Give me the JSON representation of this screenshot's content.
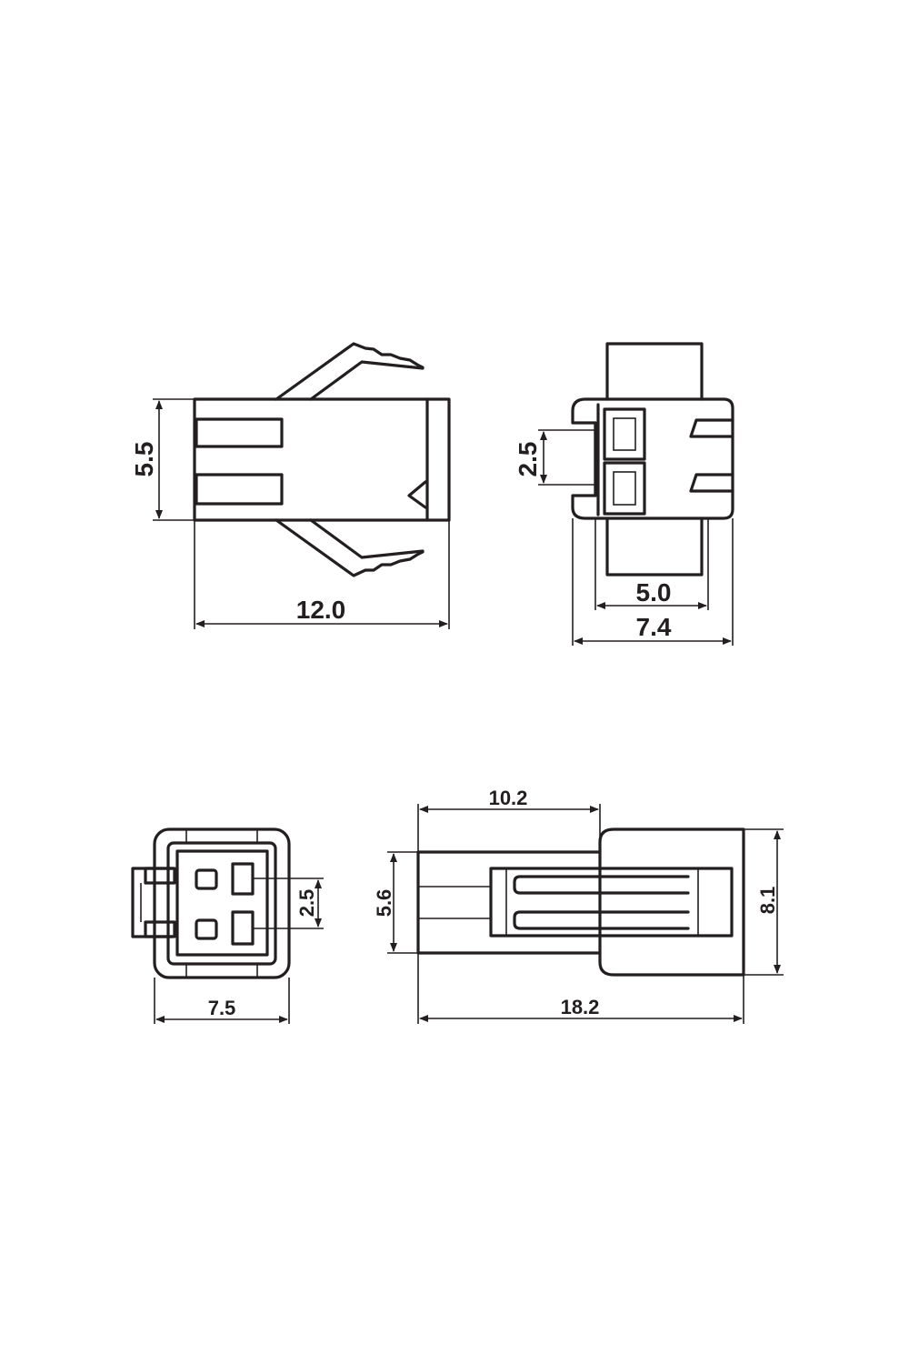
{
  "dimensions": {
    "top_left_height": "5.5",
    "top_left_length": "12.0",
    "top_right_pitch": "2.5",
    "top_right_inner_width": "5.0",
    "top_right_outer_width": "7.4",
    "bottom_left_pitch": "2.5",
    "bottom_left_width": "7.5",
    "bottom_right_front_length": "10.2",
    "bottom_right_height_small": "5.6",
    "bottom_right_height_large": "8.1",
    "bottom_right_total_length": "18.2"
  },
  "colors": {
    "line": "#231f20",
    "background": "#ffffff"
  }
}
